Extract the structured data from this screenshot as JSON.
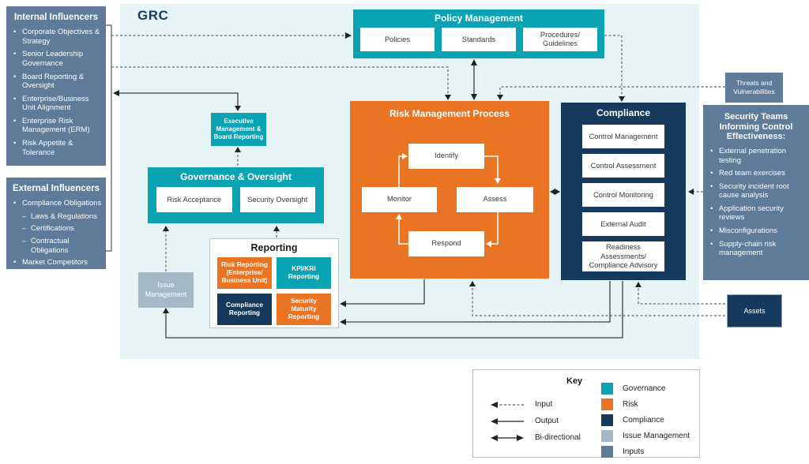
{
  "title": "GRC",
  "colors": {
    "governance_teal": "#0aa3b3",
    "risk_orange": "#e87424",
    "compliance_navy": "#16395e",
    "issue_management": "#a3b9c7",
    "inputs_slate": "#5e7b9a",
    "grc_background": "#e7f4f6"
  },
  "internal_influencers": {
    "title": "Internal Influencers",
    "items": [
      "Corporate Objectives & Strategy",
      "Senior Leadership Governance",
      "Board Reporting & Oversight",
      "Enterprise/Business Unit Alignment",
      "Enterprise Risk Management (ERM)",
      "Risk Appetite & Tolerance"
    ]
  },
  "external_influencers": {
    "title": "External Influencers",
    "entries": [
      {
        "text": "Compliance Obligations",
        "level": "bullet"
      },
      {
        "text": "Laws & Regulations",
        "level": "dash"
      },
      {
        "text": "Certifications",
        "level": "dash"
      },
      {
        "text": "Contractual Obligations",
        "level": "dash"
      },
      {
        "text": "Market Competitors",
        "level": "bullet"
      }
    ]
  },
  "policy_management": {
    "title": "Policy Management",
    "boxes": [
      "Policies",
      "Standards",
      "Procedures/ Guidelines"
    ]
  },
  "risk_process": {
    "title": "Risk Management Process",
    "steps": [
      "Identify",
      "Assess",
      "Respond",
      "Monitor"
    ]
  },
  "compliance": {
    "title": "Compliance",
    "boxes": [
      "Control Management",
      "Control Assessment",
      "Control Monitoring",
      "External Audit",
      "Readiness Assessments/ Compliance Advisory"
    ]
  },
  "executive_reporting": {
    "label": "Executive Management & Board Reporting"
  },
  "governance_oversight": {
    "title": "Governance & Oversight",
    "boxes": [
      "Risk Acceptance",
      "Security Oversight"
    ]
  },
  "reporting": {
    "title": "Reporting",
    "cells": [
      {
        "label": "Risk Reporting (Enterprise/ Business Unit)",
        "category": "risk"
      },
      {
        "label": "KPI/KRI Reporting",
        "category": "governance"
      },
      {
        "label": "Compliance Reporting",
        "category": "compliance"
      },
      {
        "label": "Security Maturity Reporting",
        "category": "risk"
      }
    ]
  },
  "issue_management": {
    "label": "Issue Management"
  },
  "threats": {
    "label": "Threats and Vulnerabilities"
  },
  "security_teams": {
    "title": "Security Teams Informing Control Effectiveness:",
    "items": [
      "External penetration testing",
      "Red team exercises",
      "Security incident root cause analysis",
      "Application security reviews",
      "Misconfigurations",
      "Supply-chain risk management"
    ]
  },
  "assets": {
    "label": "Assets"
  },
  "key": {
    "title": "Key",
    "arrows": [
      {
        "label": "Input",
        "style": "dashed"
      },
      {
        "label": "Output",
        "style": "solid"
      },
      {
        "label": "Bi-directional",
        "style": "double"
      }
    ],
    "swatches": [
      {
        "label": "Governance",
        "color": "#0aa3b3"
      },
      {
        "label": "Risk",
        "color": "#e87424"
      },
      {
        "label": "Compliance",
        "color": "#16395e"
      },
      {
        "label": "Issue Management",
        "color": "#a3b9c7"
      },
      {
        "label": "Inputs",
        "color": "#5e7b9a"
      }
    ]
  }
}
